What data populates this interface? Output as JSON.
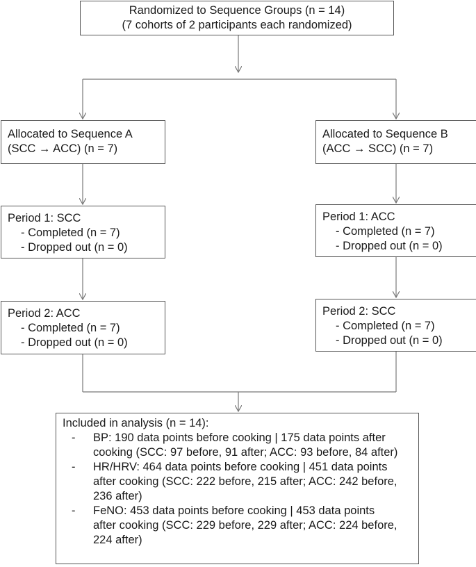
{
  "randomization": {
    "line1": "Randomized to Sequence Groups (n = 14)",
    "line2": "(7 cohorts of 2 participants each randomized)"
  },
  "sequence_a": {
    "allocation_line1": "Allocated to Sequence A",
    "allocation_line2": "(SCC → ACC) (n = 7)",
    "period1": {
      "title": "Period 1: SCC",
      "completed": "- Completed (n = 7)",
      "dropped": "- Dropped out (n = 0)"
    },
    "period2": {
      "title": "Period 2: ACC",
      "completed": "- Completed (n = 7)",
      "dropped": "- Dropped out (n = 0)"
    }
  },
  "sequence_b": {
    "allocation_line1": "Allocated to Sequence B",
    "allocation_line2": "(ACC → SCC) (n = 7)",
    "period1": {
      "title": "Period 1: ACC",
      "completed": "- Completed (n = 7)",
      "dropped": "- Dropped out (n = 0)"
    },
    "period2": {
      "title": "Period 2: SCC",
      "completed": "- Completed (n = 7)",
      "dropped": "- Dropped out (n = 0)"
    }
  },
  "analysis": {
    "title": "Included in analysis (n = 14):",
    "dash": "-",
    "bp": "BP: 190 data points before cooking | 175 data points after cooking (SCC: 97 before, 91 after;  ACC: 93 before, 84 after)",
    "hr": "HR/HRV: 464 data points before cooking | 451 data points after cooking (SCC: 222 before, 215 after;  ACC: 242 before, 236 after)",
    "feno": "FeNO: 453 data points before cooking | 453 data points after cooking (SCC: 229 before, 229 after;  ACC: 224 before, 224 after)"
  },
  "colors": {
    "border": "#555555",
    "connector": "#777777",
    "text": "#1a1a1a"
  }
}
